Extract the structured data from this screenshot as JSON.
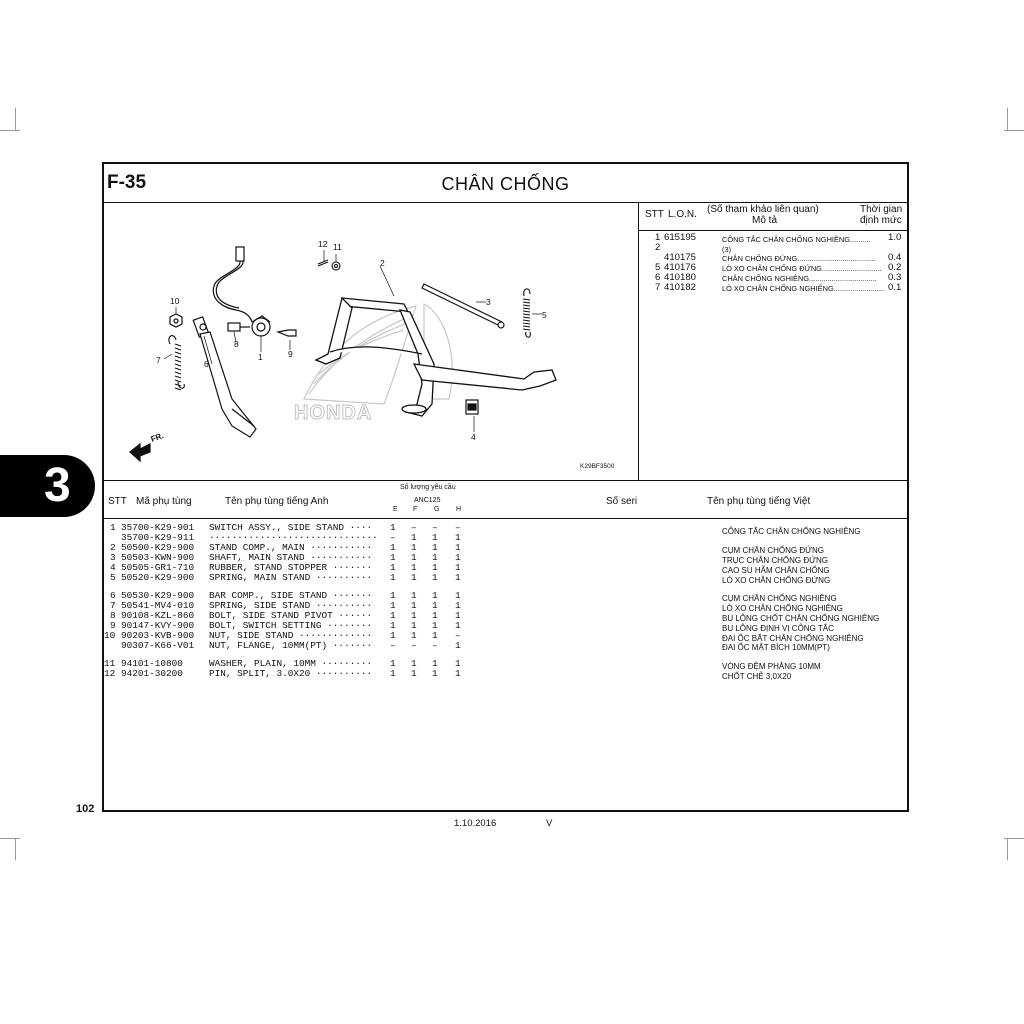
{
  "section": {
    "code": "F-35",
    "title": "CHÂN CHỐNG",
    "tab_number": "3"
  },
  "diagram": {
    "callouts": [
      "1",
      "2",
      "3",
      "4",
      "5",
      "6",
      "7",
      "8",
      "9",
      "10",
      "11",
      "12"
    ],
    "fr_label": "FR.",
    "brand_watermark": "HONDA",
    "diagram_code": "K29BF3500"
  },
  "lon_table": {
    "headers": {
      "stt": "STT",
      "lon": "L.O.N.",
      "ref": "(Số tham khảo liên quan)",
      "desc": "Mô tả",
      "time": "Thời gian",
      "norm": "định mức"
    },
    "rows": [
      {
        "stt": "1",
        "lon": "615195",
        "desc": "CÔNG TẮC CHÂN CHỐNG NGHIÊNG..........",
        "time": "1.0"
      },
      {
        "stt": "2",
        "lon": "",
        "desc": "(3)",
        "time": ""
      },
      {
        "stt": "",
        "lon": "410175",
        "desc": "CHÂN CHỐNG ĐỨNG......................................",
        "time": "0.4"
      },
      {
        "stt": "5",
        "lon": "410176",
        "desc": "LÒ XO CHÂN CHỐNG ĐỨNG.............................",
        "time": "0.2"
      },
      {
        "stt": "6",
        "lon": "410180",
        "desc": "CHÂN CHỐNG NGHIÊNG.................................",
        "time": "0.3"
      },
      {
        "stt": "7",
        "lon": "410182",
        "desc": "LÒ XO CHÂN CHỐNG NGHIÊNG.........................",
        "time": "0.1"
      }
    ]
  },
  "parts_table": {
    "headers": {
      "stt": "STT",
      "part_no": "Mã phụ tùng",
      "name_en": "Tên phụ tùng tiếng Anh",
      "qty_title": "Số lượng yêu cầu",
      "model": "ANC125",
      "cols": [
        "E",
        "F",
        "G",
        "H"
      ],
      "serial": "Số seri",
      "name_vn": "Tên phụ tùng tiếng Việt"
    },
    "rows": [
      {
        "stt": "1",
        "part": "35700-K29-901",
        "en": "SWITCH ASSY., SIDE STAND ····",
        "q": [
          "1",
          "–",
          "–",
          "–"
        ],
        "vn": "CÔNG TẮC CHÂN CHỐNG NGHIÊNG"
      },
      {
        "stt": "",
        "part": "35700-K29-911",
        "en": "······························",
        "q": [
          "–",
          "1",
          "1",
          "1"
        ],
        "vn": ""
      },
      {
        "stt": "2",
        "part": "50500-K29-900",
        "en": "STAND COMP., MAIN ···········",
        "q": [
          "1",
          "1",
          "1",
          "1"
        ],
        "vn": "CỤM CHÂN CHỐNG ĐỨNG"
      },
      {
        "stt": "3",
        "part": "50503-KWN-900",
        "en": "SHAFT, MAIN STAND ···········",
        "q": [
          "1",
          "1",
          "1",
          "1"
        ],
        "vn": "TRỤC CHÂN CHỐNG ĐỨNG"
      },
      {
        "stt": "4",
        "part": "50505-GR1-710",
        "en": "RUBBER, STAND STOPPER ·······",
        "q": [
          "1",
          "1",
          "1",
          "1"
        ],
        "vn": "CAO SU HÃM CHÂN CHỐNG"
      },
      {
        "stt": "5",
        "part": "50520-K29-900",
        "en": "SPRING, MAIN STAND ··········",
        "q": [
          "1",
          "1",
          "1",
          "1"
        ],
        "vn": "LÒ XO CHÂN CHỐNG ĐỨNG"
      },
      {
        "stt": "6",
        "part": "50530-K29-900",
        "en": "BAR COMP., SIDE STAND ·······",
        "q": [
          "1",
          "1",
          "1",
          "1"
        ],
        "vn": "CỤM CHÂN CHỐNG NGHIÊNG"
      },
      {
        "stt": "7",
        "part": "50541-MV4-010",
        "en": "SPRING, SIDE STAND ··········",
        "q": [
          "1",
          "1",
          "1",
          "1"
        ],
        "vn": "LÒ XO CHÂN CHỐNG NGHIÊNG"
      },
      {
        "stt": "8",
        "part": "90108-KZL-860",
        "en": "BOLT, SIDE STAND PIVOT ······",
        "q": [
          "1",
          "1",
          "1",
          "1"
        ],
        "vn": "BU LÔNG CHỐT CHÂN CHỐNG NGHIÊNG"
      },
      {
        "stt": "9",
        "part": "90147-KVY-900",
        "en": "BOLT, SWITCH SETTING ········",
        "q": [
          "1",
          "1",
          "1",
          "1"
        ],
        "vn": "BU LÔNG ĐỊNH VỊ CÔNG TẮC"
      },
      {
        "stt": "10",
        "part": "90203-KVB-900",
        "en": "NUT, SIDE STAND ·············",
        "q": [
          "1",
          "1",
          "1",
          "–"
        ],
        "vn": "ĐAI ỐC BẮT CHÂN CHỐNG NGHIÊNG"
      },
      {
        "stt": "",
        "part": "90307-K66-V01",
        "en": "NUT, FLANGE, 10MM(PT) ·······",
        "q": [
          "–",
          "–",
          "–",
          "1"
        ],
        "vn": "ĐAI ỐC MẶT BÍCH 10MM(PT)"
      },
      {
        "stt": "11",
        "part": "94101-10800",
        "en": "WASHER, PLAIN, 10MM ·········",
        "q": [
          "1",
          "1",
          "1",
          "1"
        ],
        "vn": "VÒNG ĐỆM PHẲNG 10MM"
      },
      {
        "stt": "12",
        "part": "94201-30200",
        "en": "PIN, SPLIT, 3.0X20 ··········",
        "q": [
          "1",
          "1",
          "1",
          "1"
        ],
        "vn": "CHỐT CHẺ 3,0X20"
      }
    ]
  },
  "footer": {
    "page": "102",
    "date": "1.10.2016",
    "rev": "V"
  }
}
